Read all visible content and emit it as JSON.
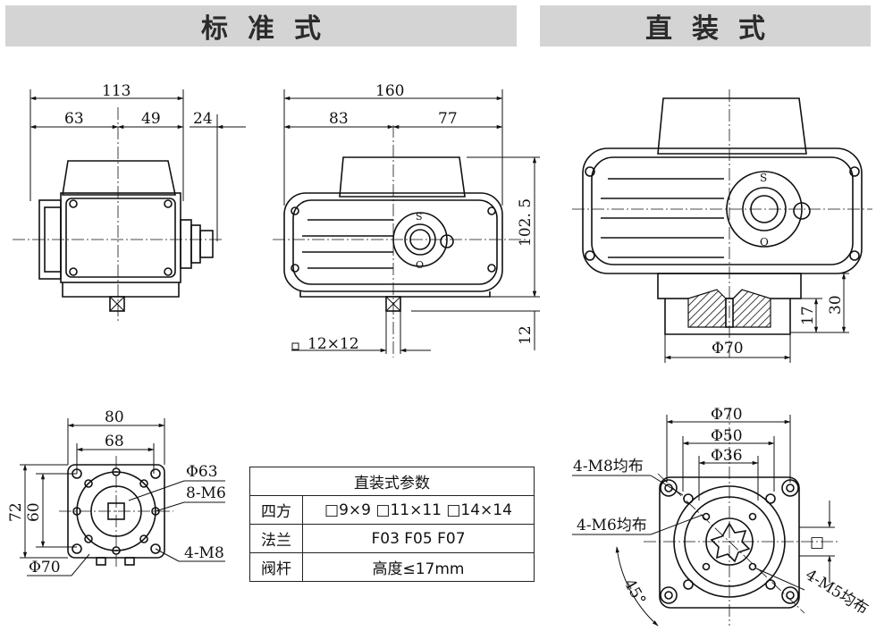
{
  "banners": {
    "standard": "标准式",
    "direct": "直装式"
  },
  "dims_front": {
    "total": "113",
    "left": "63",
    "right": "49",
    "gland": "24"
  },
  "dims_side": {
    "total": "160",
    "left": "83",
    "right": "77",
    "height": "102. 5",
    "shaft": "12",
    "square": "12×12"
  },
  "side_marks": {
    "s": "S",
    "o": "O"
  },
  "dims_direct": {
    "h17": "17",
    "h30": "30",
    "dia": "Φ70"
  },
  "dims_bottom": {
    "w80": "80",
    "w68": "68",
    "h72": "72",
    "h60": "60",
    "d63": "Φ63",
    "m6": "8-M6",
    "m8": "4-M8",
    "d70": "Φ70"
  },
  "dims_flange": {
    "d70": "Φ70",
    "d50": "Φ50",
    "d36": "Φ36",
    "m8": "4-M8均布",
    "m6": "4-M6均布",
    "m5": "4-M5均布",
    "angle": "45°",
    "square": "□"
  },
  "params": {
    "title": "直装式参数",
    "rows": [
      {
        "label": "四方",
        "value": "□9×9 □11×11 □14×14"
      },
      {
        "label": "法兰",
        "value": "F03  F05  F07"
      },
      {
        "label": "阀杆",
        "value": "高度≤17mm"
      }
    ]
  }
}
